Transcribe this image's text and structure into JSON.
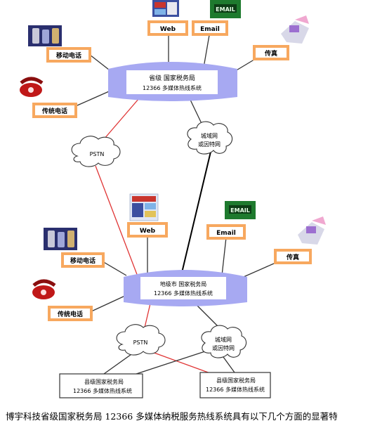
{
  "top": {
    "hub_line1": "省级 国家税务局",
    "hub_line2": "12366 多媒体热线系统",
    "web": "Web",
    "email": "Email",
    "mobile": "移动电话",
    "fax": "传真",
    "phone": "传统电话",
    "email_picture_text": "EMAIL"
  },
  "clouds": {
    "pstn_top": "PSTN",
    "net_top_1": "城域网",
    "net_top_2": "或因特网",
    "pstn_bottom": "PSTN",
    "net_bottom_1": "城域网",
    "net_bottom_2": "或因特网"
  },
  "middle": {
    "hub_line1": "地级市 国家税务局",
    "hub_line2": "12366 多媒体热线系统",
    "web": "Web",
    "email": "Email",
    "mobile": "移动电话",
    "fax": "传真",
    "phone": "传统电话",
    "email_picture_text": "EMAIL"
  },
  "bottom": {
    "left_line1": "县级国家税务局",
    "left_line2": "12366 多媒体热线系统",
    "right_line1": "县级国家税务局",
    "right_line2": "12366 多媒体热线系统"
  },
  "caption": "博宇科技省级国家税务局 12366 多媒体纳税服务热线系统具有以下几个方面的显著特",
  "colors": {
    "label_fill": "#FFFFFF",
    "label_border": "#F7A85F",
    "hub_fill": "#A7A9F2",
    "link_red": "#E03434",
    "link_dark": "#222222"
  }
}
